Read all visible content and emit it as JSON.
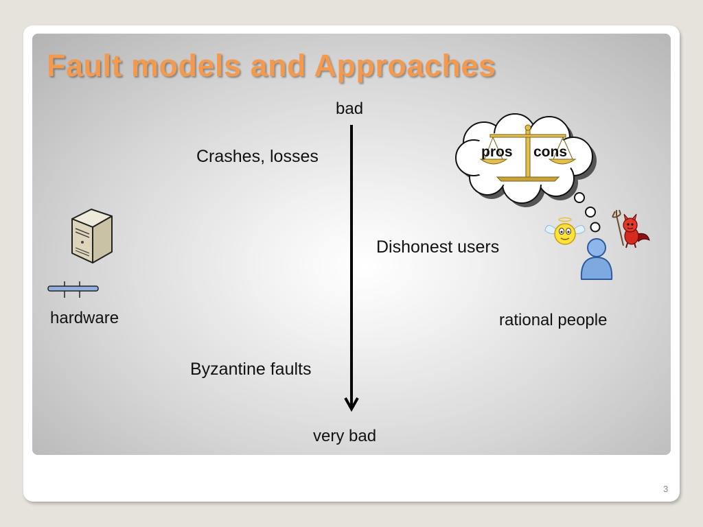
{
  "slide": {
    "title": "Fault models and Approaches",
    "page_number": "3"
  },
  "axis": {
    "top_label": "bad",
    "bottom_label": "very bad"
  },
  "fault_labels": {
    "crashes": "Crashes, losses",
    "byzantine": "Byzantine faults",
    "dishonest": "Dishonest users"
  },
  "entities": {
    "hardware": "hardware",
    "rational": "rational people"
  },
  "thought_cloud": {
    "pros": "pros",
    "cons": "cons"
  },
  "icons": [
    "server-icon",
    "network-bar-icon",
    "thought-cloud-icon",
    "balance-scale-icon",
    "angel-icon",
    "devil-icon",
    "person-icon",
    "down-arrow-icon"
  ]
}
